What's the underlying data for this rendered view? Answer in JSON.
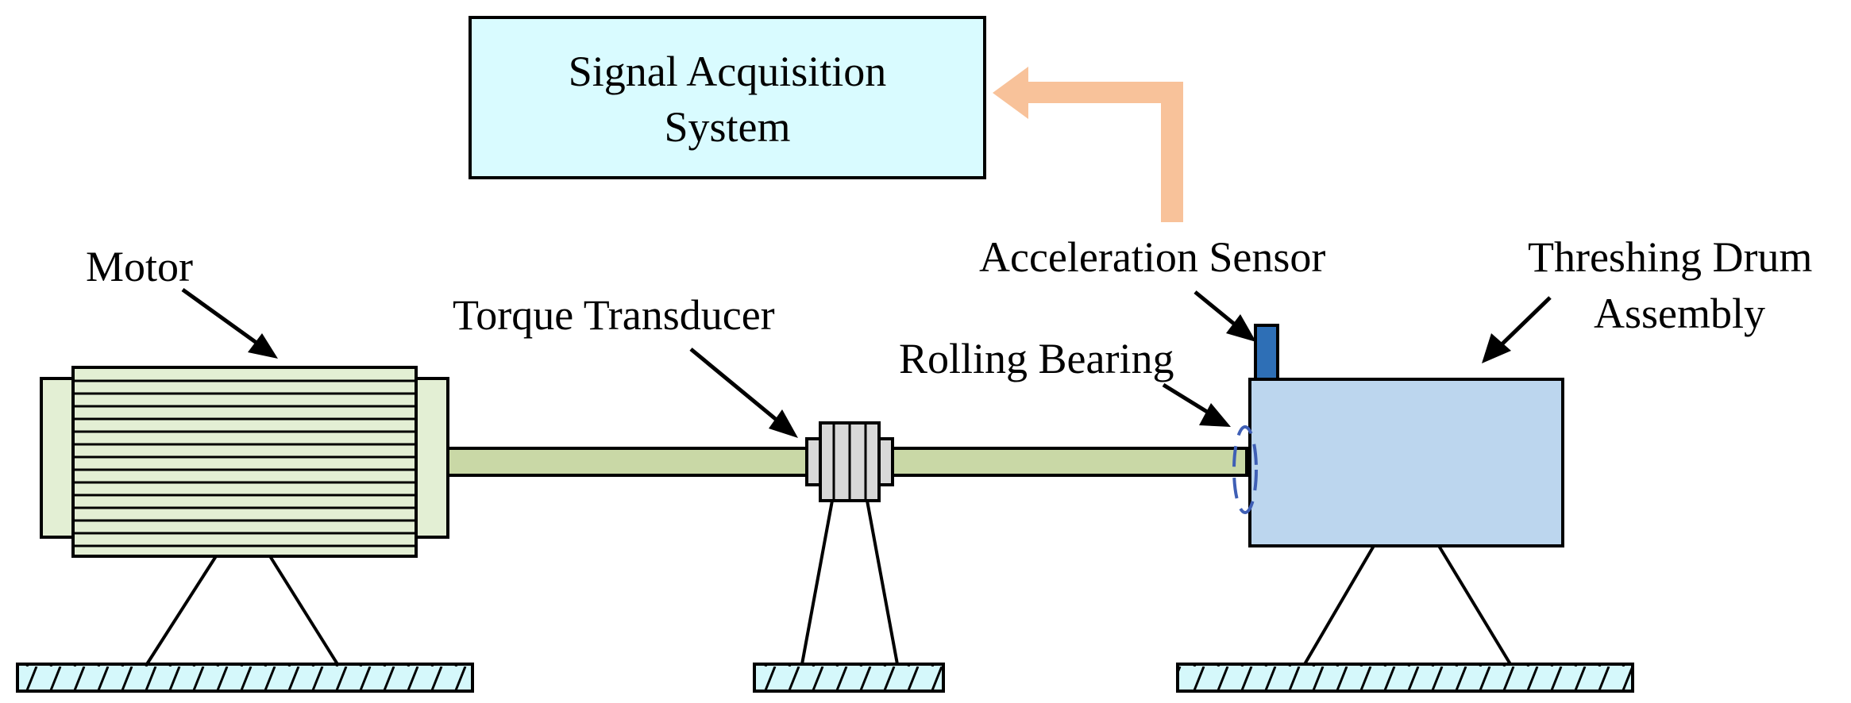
{
  "labels": {
    "signal_acquisition_line1": "Signal Acquisition",
    "signal_acquisition_line2": "System",
    "acceleration_sensor": "Acceleration Sensor",
    "threshing_drum_line1": "Threshing Drum",
    "threshing_drum_line2": "Assembly",
    "motor": "Motor",
    "torque_transducer": "Torque Transducer",
    "rolling_bearing": "Rolling Bearing"
  },
  "colors": {
    "signal_box_fill": "#d9fbff",
    "signal_arrow": "#f8c29a",
    "motor_fill": "#e3efd4",
    "shaft_fill": "#c9d8a6",
    "transducer_fill": "#d8d8d8",
    "drum_fill": "#bcd6ee",
    "sensor_fill": "#2e6fb6",
    "bearing_stroke": "#3f5fb5",
    "ground_fill": "#d5f8fb"
  },
  "icons": {
    "signal_flow": "arrow-icon",
    "callouts": "arrow-icon",
    "ground": "hatched-ground-icon",
    "bearing": "dashed-ellipse-icon"
  }
}
